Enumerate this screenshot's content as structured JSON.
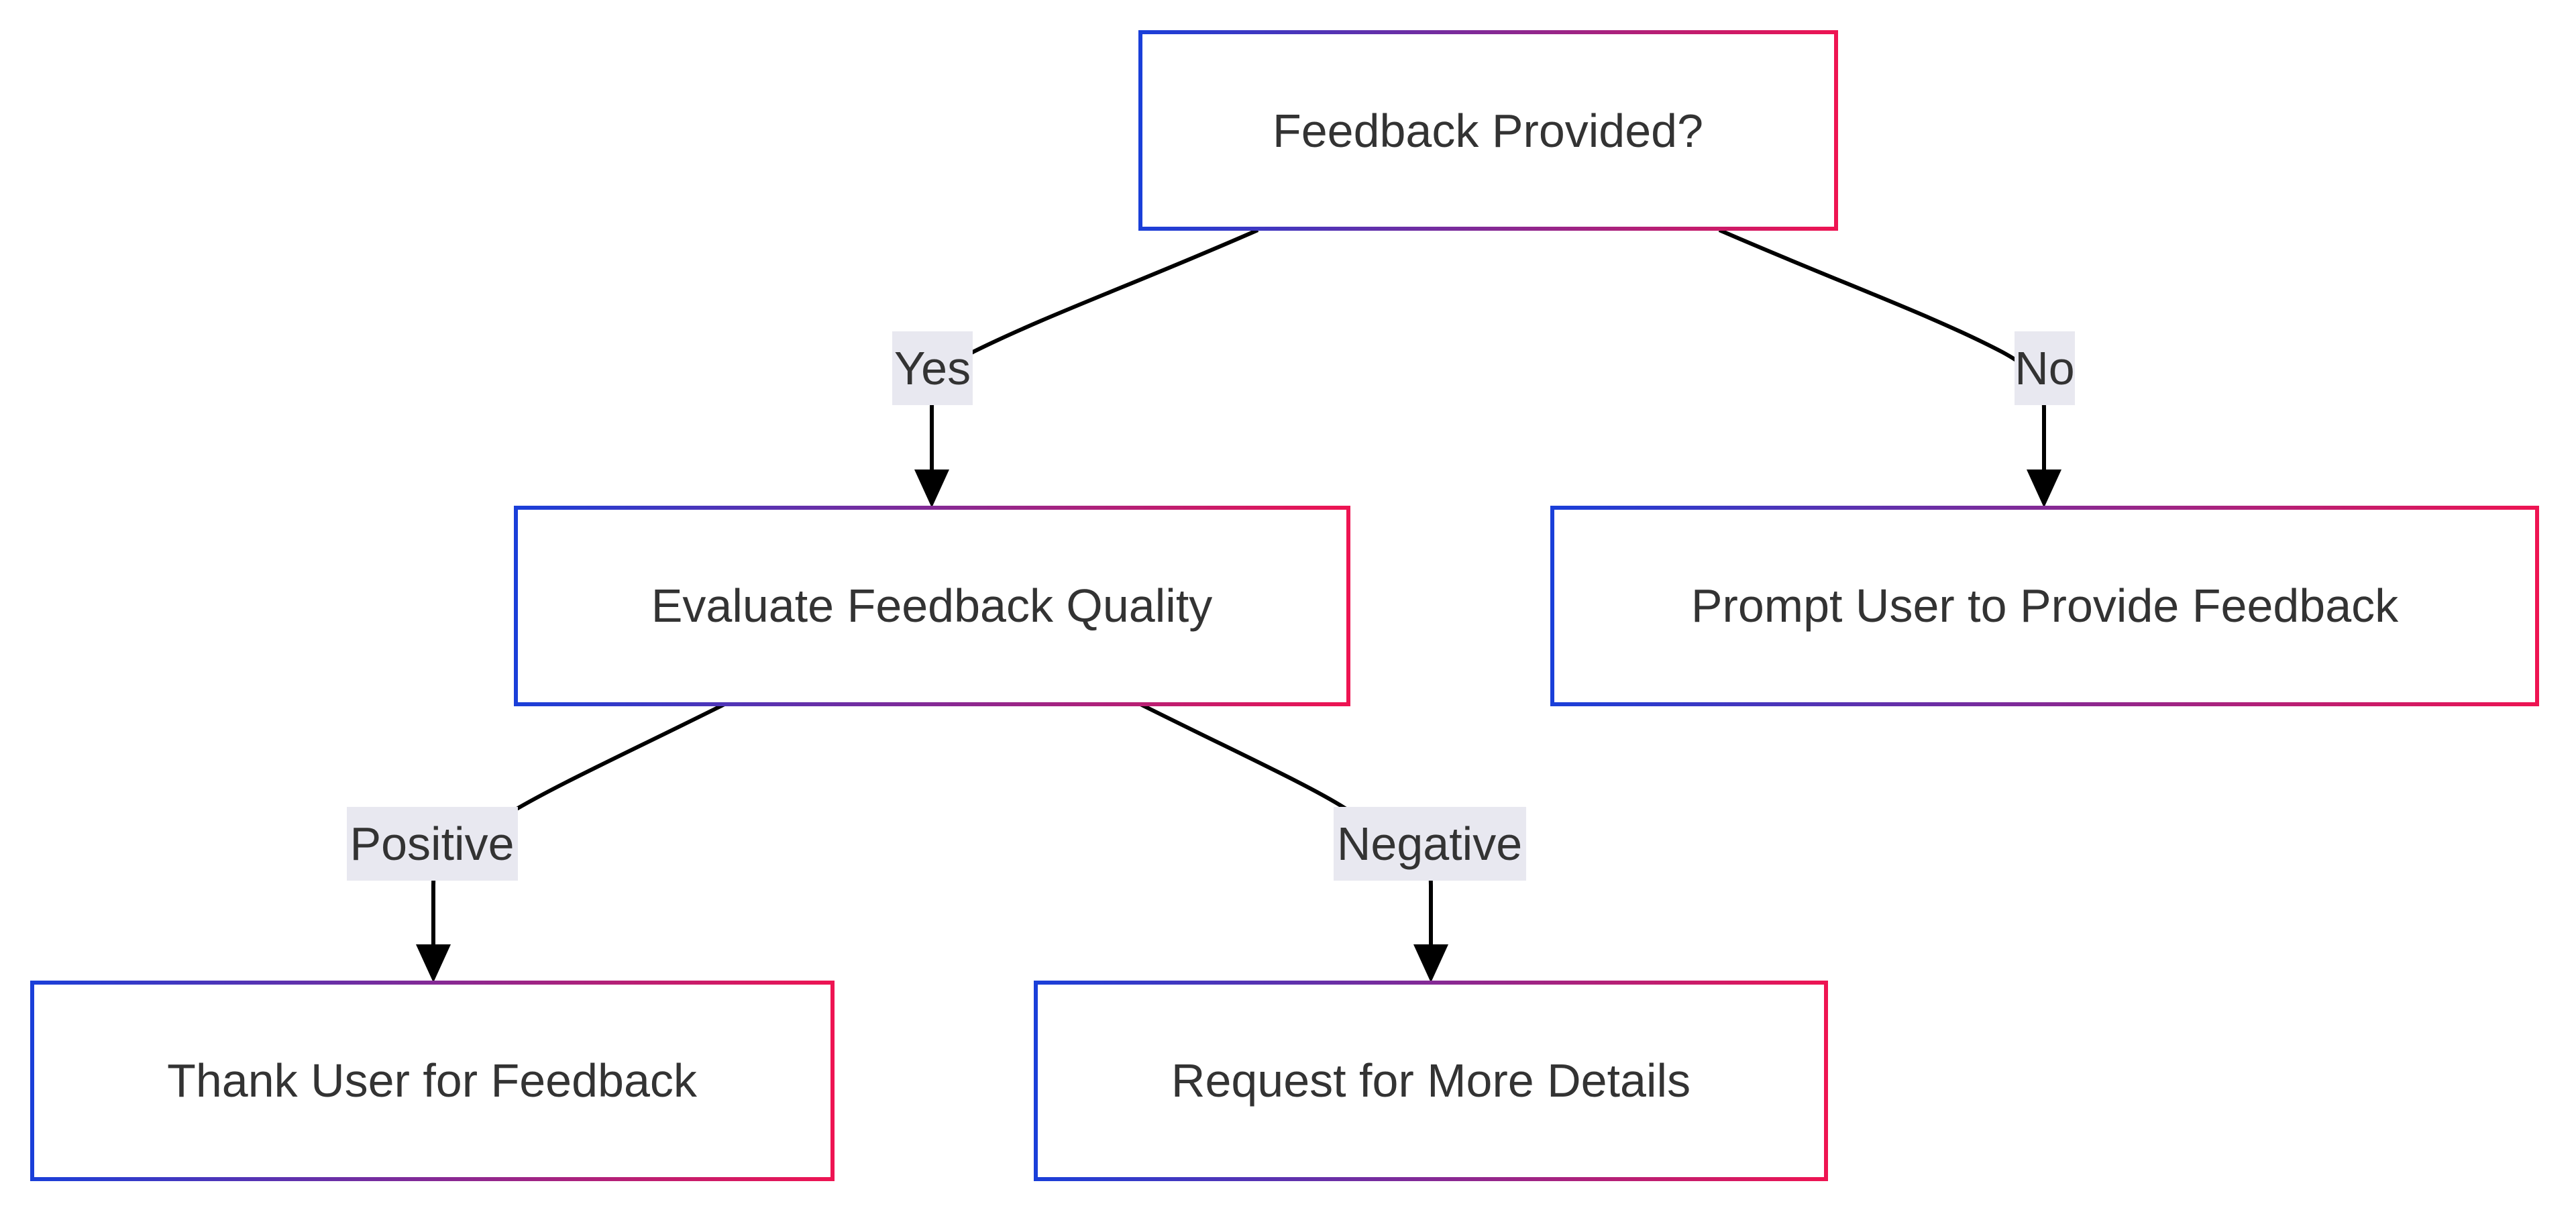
{
  "colors": {
    "node_border_start": "#1a3fd9",
    "node_border_end": "#ee1452",
    "node_fill": "#ffffff",
    "edge": "#000000",
    "edge_label_bg": "#e8e8f0",
    "text": "#333333"
  },
  "nodes": [
    {
      "id": "feedback-provided",
      "label": "Feedback Provided?"
    },
    {
      "id": "evaluate-quality",
      "label": "Evaluate Feedback Quality"
    },
    {
      "id": "prompt-user",
      "label": "Prompt User to Provide Feedback"
    },
    {
      "id": "thank-user",
      "label": "Thank User for Feedback"
    },
    {
      "id": "request-details",
      "label": "Request for More Details"
    }
  ],
  "edges": [
    {
      "from": "feedback-provided",
      "to": "evaluate-quality",
      "label": "Yes"
    },
    {
      "from": "feedback-provided",
      "to": "prompt-user",
      "label": "No"
    },
    {
      "from": "evaluate-quality",
      "to": "thank-user",
      "label": "Positive"
    },
    {
      "from": "evaluate-quality",
      "to": "request-details",
      "label": "Negative"
    }
  ]
}
